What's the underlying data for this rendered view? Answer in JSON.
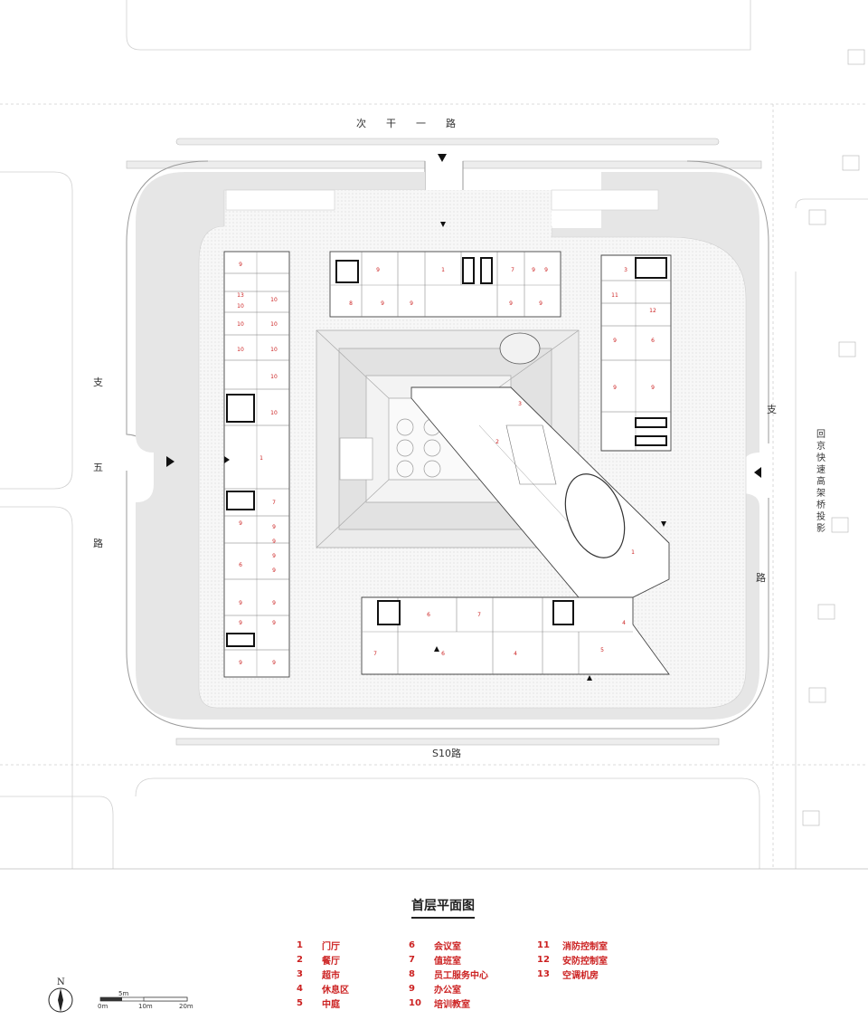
{
  "road_labels": {
    "north": "次　　干　　一　　路",
    "south": "S10路",
    "west_top": "支",
    "west_mid": "五",
    "west_bottom": "路",
    "east_top": "支",
    "east_bottom": "路",
    "viaduct": "回京快速高架桥投影"
  },
  "title": "首层平面图",
  "legend": {
    "col1": [
      {
        "num": "1",
        "label": "门厅"
      },
      {
        "num": "2",
        "label": "餐厅"
      },
      {
        "num": "3",
        "label": "超市"
      },
      {
        "num": "4",
        "label": "休息区"
      },
      {
        "num": "5",
        "label": "中庭"
      }
    ],
    "col2": [
      {
        "num": "6",
        "label": "会议室"
      },
      {
        "num": "7",
        "label": "值班室"
      },
      {
        "num": "8",
        "label": "员工服务中心"
      },
      {
        "num": "9",
        "label": "办公室"
      },
      {
        "num": "10",
        "label": "培训教室"
      }
    ],
    "col3": [
      {
        "num": "11",
        "label": "消防控制室"
      },
      {
        "num": "12",
        "label": "安防控制室"
      },
      {
        "num": "13",
        "label": "空调机房"
      }
    ]
  },
  "compass": {
    "label": "N"
  },
  "scale": {
    "top": "5m",
    "ticks": [
      "0m",
      "10m",
      "20m"
    ]
  },
  "colors": {
    "room_number": "#cc2222",
    "legend": "#cc2222",
    "plaza": "#e6e6e6",
    "line": "#555555"
  }
}
